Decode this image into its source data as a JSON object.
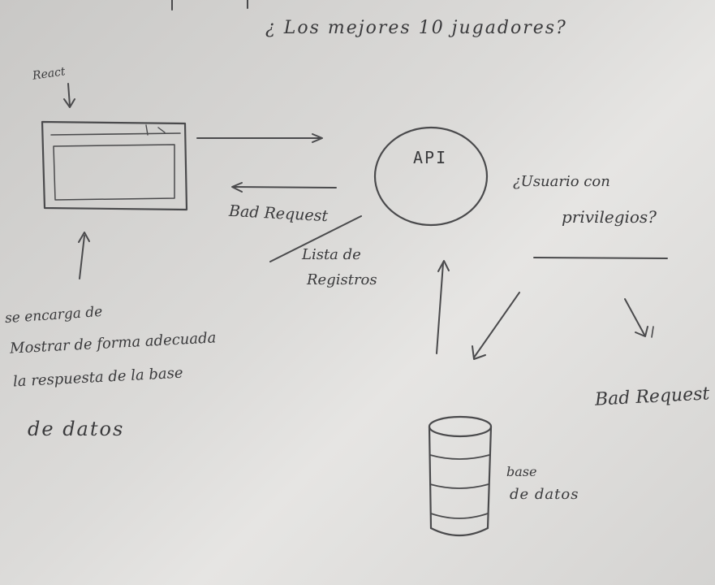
{
  "question_top": "¿ Los mejores 10 jugadores?",
  "react_label": "React",
  "bad_request_left": "Bad Request",
  "lista_registros": [
    "Lista de",
    "Registros"
  ],
  "api_label": "API",
  "question_user": [
    "¿Usuario con",
    "privilegios?"
  ],
  "bad_request_right": "Bad Request",
  "base_datos_label": [
    "base",
    "de datos"
  ],
  "note_left": [
    "se encarga de",
    "Mostrar de forma adecuada",
    "la respuesta de la base",
    "de datos"
  ]
}
